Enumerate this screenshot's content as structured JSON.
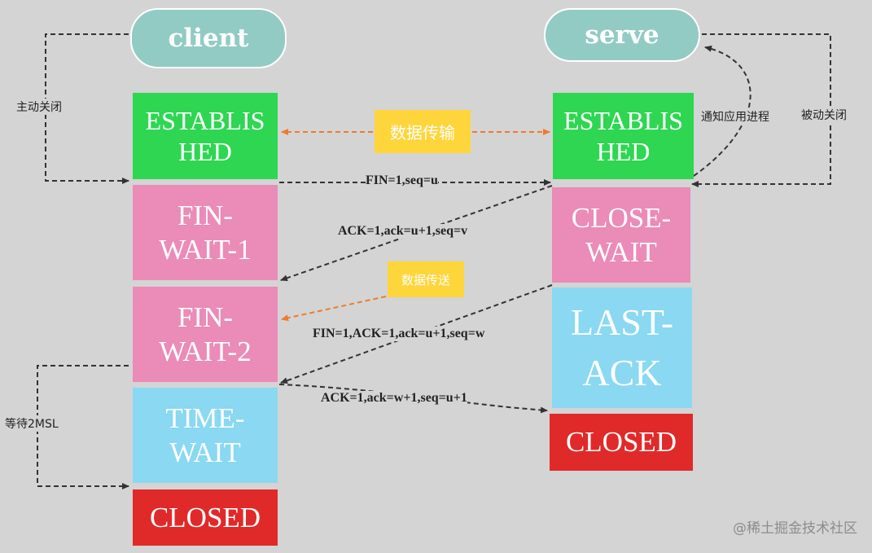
{
  "client": "client",
  "server": "serve",
  "client_states": {
    "established": [
      "ESTABLIS",
      "HED"
    ],
    "fin_wait_1": [
      "FIN-",
      "WAIT-1"
    ],
    "fin_wait_2": [
      "FIN-",
      "WAIT-2"
    ],
    "time_wait": [
      "TIME-",
      "WAIT"
    ],
    "closed": "CLOSED"
  },
  "server_states": {
    "established": [
      "ESTABLIS",
      "HED"
    ],
    "close_wait": [
      "CLOSE-",
      "WAIT"
    ],
    "last_ack": [
      "LAST-",
      "ACK"
    ],
    "closed": "CLOSED"
  },
  "tags": {
    "data_transfer": "数据传输",
    "data_send": "数据传送"
  },
  "messages": {
    "fin": "FIN=1,seq=u",
    "ack1": "ACK=1,ack=u+1,seq=v",
    "fin_ack": "FIN=1,ACK=1,ack=u+1,seq=w",
    "ack2": "ACK=1,ack=w+1,seq=u+1"
  },
  "side_labels": {
    "active_close": "主动关闭",
    "notify_app": "通知应用进程",
    "passive_close": "被动关闭",
    "wait_2msl": "等待2MSL"
  },
  "watermark": "@稀土掘金技术社区",
  "colors": {
    "green": "#2ed652",
    "pink": "#ea8bb8",
    "cyan": "#8ad8f2",
    "red": "#e02a2a",
    "pill": "#92cbc4",
    "tag": "#fed53a",
    "orange_arrow": "#ee7b2e",
    "dark_arrow": "#333333"
  }
}
